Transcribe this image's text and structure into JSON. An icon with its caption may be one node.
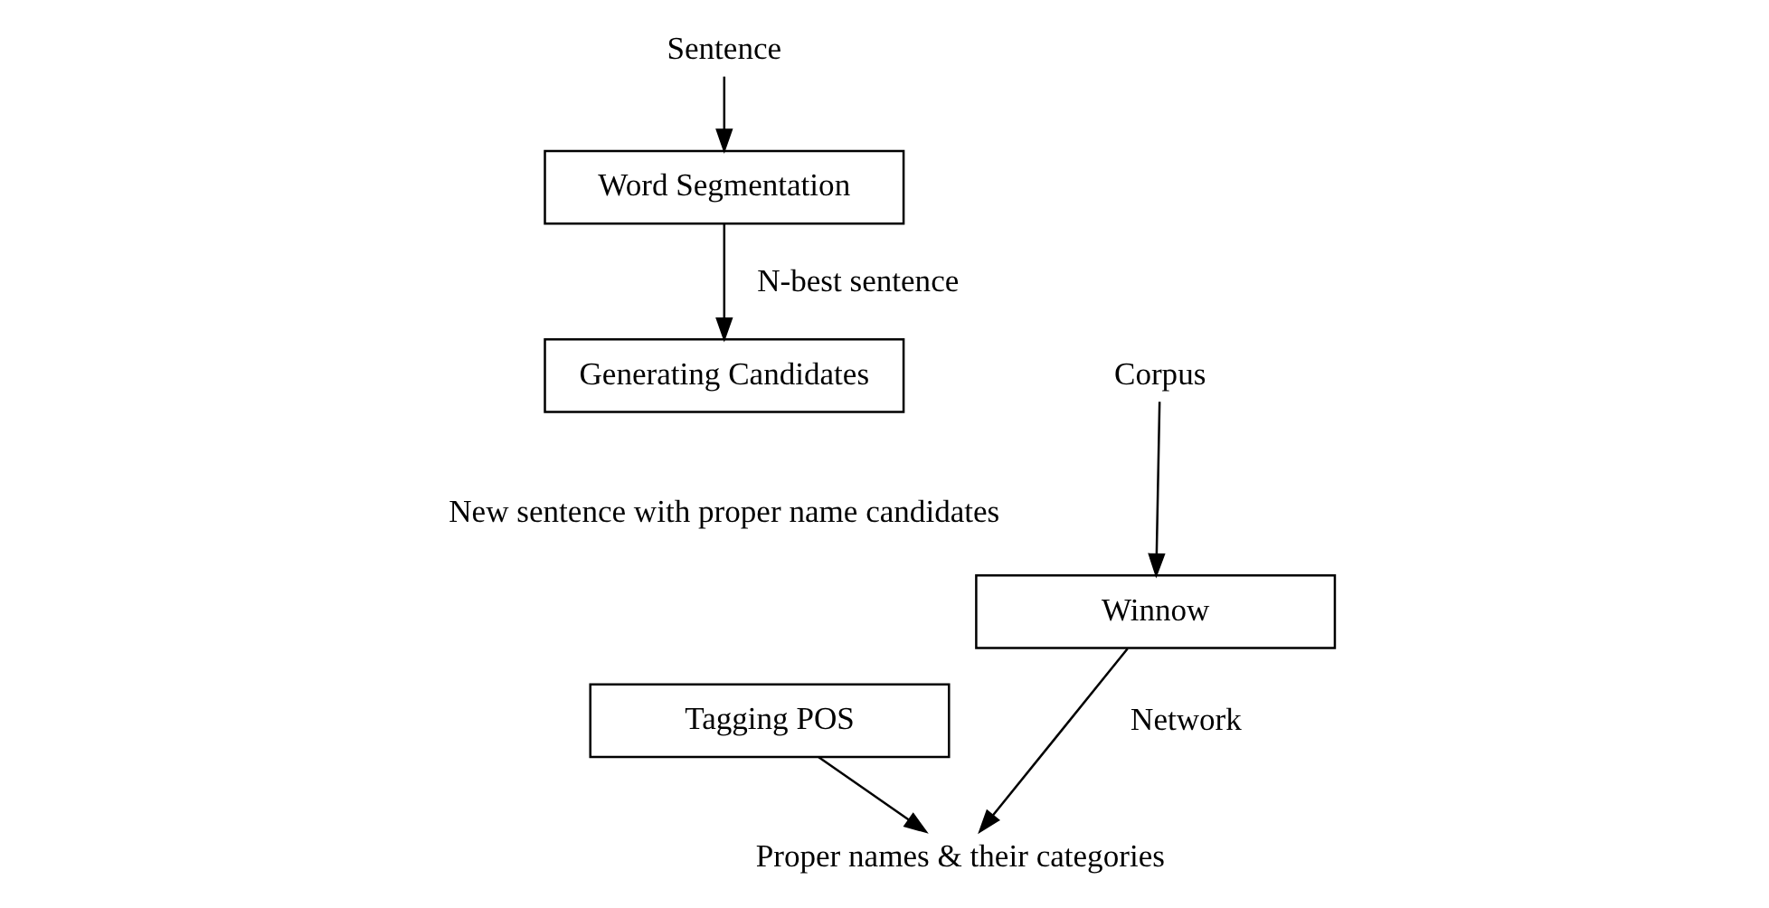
{
  "diagram": {
    "nodes": [
      {
        "text": [
          "Sentence"
        ]
      },
      {
        "text": [
          "Word Segmentation"
        ]
      },
      {
        "text": [
          "Generating Candidates"
        ]
      },
      {
        "text": [
          "Corpus"
        ]
      },
      {
        "text": [
          "Winnow"
        ]
      },
      {
        "text": [
          "Tagging POS"
        ]
      },
      {
        "text": [
          "Proper names & their categories"
        ]
      }
    ],
    "edges": [
      {
        "from": 0,
        "to": 1,
        "arrow": "to"
      },
      {
        "from": 1,
        "to": 2,
        "arrow": "to",
        "label": "N-best sentence"
      },
      {
        "from": 3,
        "to": 4,
        "arrow": "to"
      },
      {
        "from": 4,
        "to": 6,
        "arrow": "to",
        "label": "Network"
      },
      {
        "from": 5,
        "to": 6,
        "arrow": "to"
      }
    ],
    "labels": [
      "New sentence with proper name candidates"
    ]
  }
}
